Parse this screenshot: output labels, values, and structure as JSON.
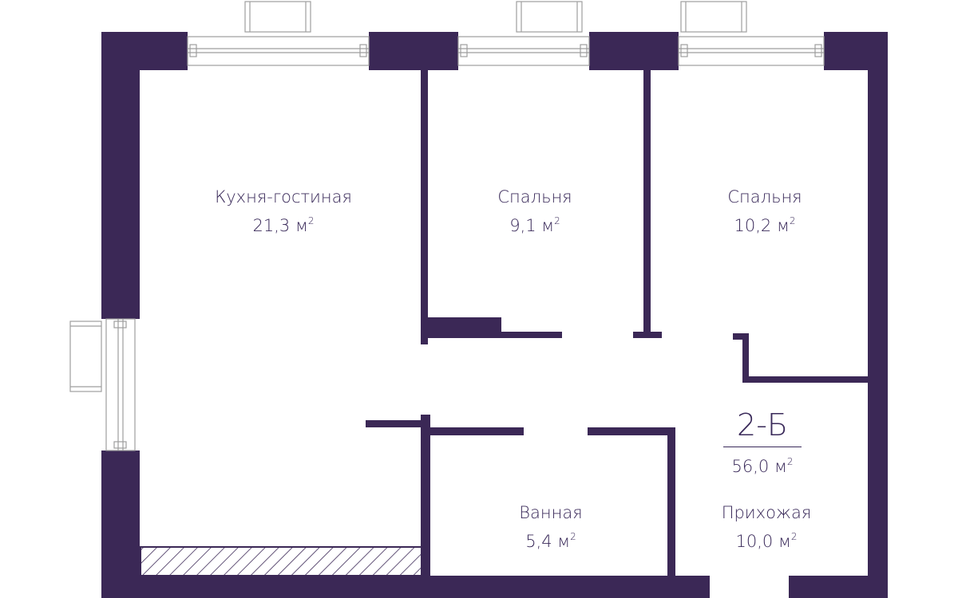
{
  "colors": {
    "wall": "#3b2856",
    "line": "#9e9e9e",
    "text": "#3a2a5a"
  },
  "apartment": {
    "code": "2-Б",
    "total_area": "56,0",
    "unit": "м",
    "unit_power": "2"
  },
  "rooms": [
    {
      "id": "living",
      "name": "Кухня-гостиная",
      "area": "21,3",
      "unit": "м",
      "unit_power": "2"
    },
    {
      "id": "bedroom-1",
      "name": "Спальня",
      "area": "9,1",
      "unit": "м",
      "unit_power": "2"
    },
    {
      "id": "bedroom-2",
      "name": "Спальня",
      "area": "10,2",
      "unit": "м",
      "unit_power": "2"
    },
    {
      "id": "bathroom",
      "name": "Ванная",
      "area": "5,4",
      "unit": "м",
      "unit_power": "2"
    },
    {
      "id": "hallway",
      "name": "Прихожая",
      "area": "10,0",
      "unit": "м",
      "unit_power": "2"
    }
  ]
}
